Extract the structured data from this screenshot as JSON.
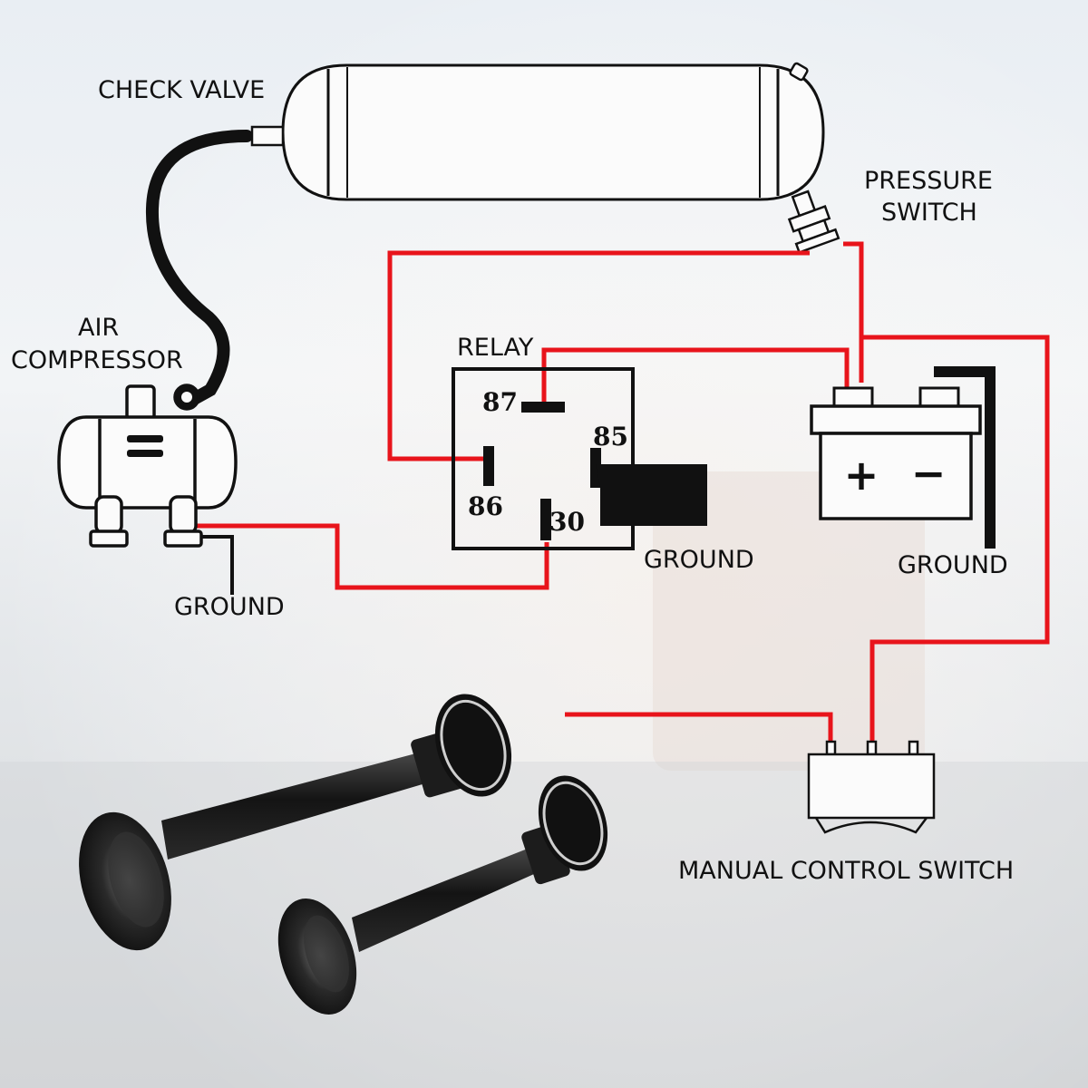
{
  "labels": {
    "check_valve": "CHECK VALVE",
    "pressure_switch_1": "PRESSURE",
    "pressure_switch_2": "SWITCH",
    "air_compressor_1": "AIR",
    "air_compressor_2": "COMPRESSOR",
    "relay": "RELAY",
    "ground_compressor": "GROUND",
    "ground_relay": "GROUND",
    "ground_battery": "GROUND",
    "manual_control_switch": "MANUAL CONTROL SWITCH"
  },
  "relay_pins": {
    "p87": "87",
    "p85": "85",
    "p86": "86",
    "p30": "30"
  },
  "battery": {
    "plus": "+",
    "minus": "−"
  },
  "colors": {
    "wire": "#e8141b",
    "line": "#111111",
    "horn": "#1a1a1a"
  }
}
